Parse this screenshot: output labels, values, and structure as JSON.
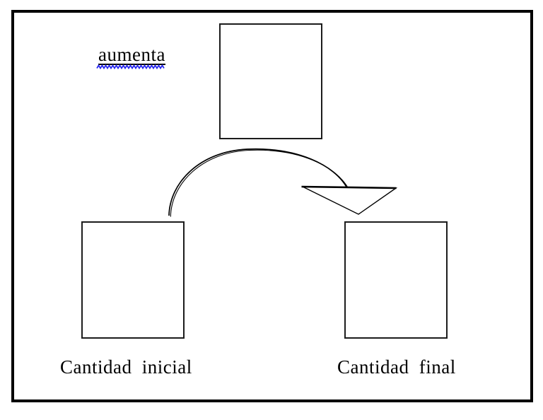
{
  "annotation": {
    "text": "aumenta",
    "underline": "solid-black",
    "squiggle_underline": "blue-wavy"
  },
  "boxes": {
    "top": {
      "content": ""
    },
    "initial": {
      "content": "",
      "caption": "Cantidad inicial"
    },
    "final": {
      "content": "",
      "caption": "Cantidad final"
    }
  },
  "captions": {
    "initial": "Cantidad inicial",
    "final": "Cantidad final"
  },
  "arrow": {
    "type": "curved-arc",
    "from": "initial-quantity-box",
    "to": "final-quantity-box",
    "head": "hollow-triangle-down"
  },
  "colors": {
    "background": "#ffffff",
    "line": "#000000",
    "frame_border": "#000000",
    "text": "#000000",
    "squiggle": "#2424f0"
  }
}
